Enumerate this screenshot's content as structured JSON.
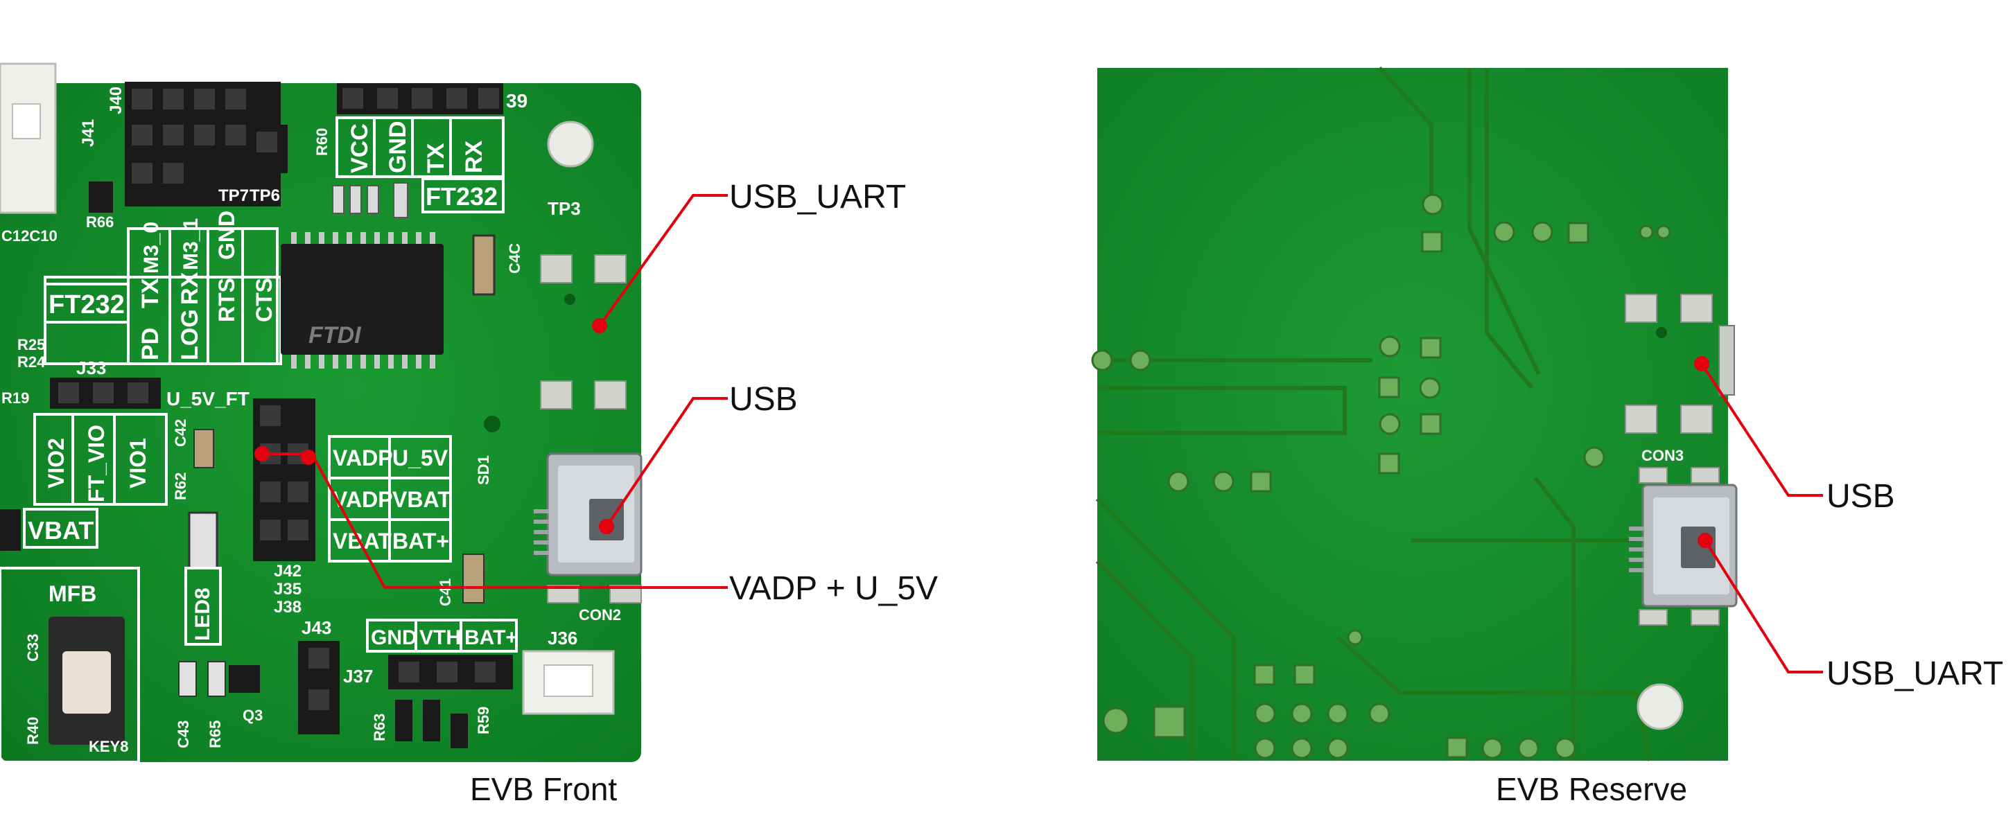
{
  "callouts_front": {
    "usb_uart": "USB_UART",
    "usb": "USB",
    "vadp_u5v": "VADP + U_5V"
  },
  "callouts_reverse": {
    "usb": "USB",
    "usb_uart": "USB_UART"
  },
  "captions": {
    "front": "EVB Front",
    "reverse": "EVB Reserve"
  },
  "silkscreen": {
    "ft232_left": "FT232",
    "ft232_top": "FT232",
    "vcc": "VCC",
    "gnd": "GND",
    "tx": "TX",
    "rx": "RX",
    "pd": "PD",
    "log": "LOG",
    "m3_0": "M3_0",
    "m3_1": "M3_1",
    "rts": "RTS",
    "cts": "CTS",
    "u_5v_ft": "U_5V_FT",
    "vadp": "VADP",
    "u_5v": "U_5V",
    "vadp2": "VADP",
    "vbat": "VBAT",
    "vbat2": "VBAT",
    "bat_plus": "BAT+",
    "vio2": "VIO2",
    "ft_vio": "FT_VIO",
    "vio1": "VIO1",
    "vbat_left": "VBAT",
    "mfb": "MFB",
    "key8": "KEY8",
    "led8": "LED8",
    "gnd2": "GND",
    "vth": "VTH",
    "bat_plus2": "BAT+",
    "tp3": "TP3",
    "tp7": "TP7",
    "tp6": "TP6",
    "con2": "CON2",
    "con3": "CON3",
    "j39": "39",
    "j40": "J40",
    "j41": "J41",
    "j33": "J33",
    "j42": "J42",
    "j35": "J35",
    "j38": "J38",
    "j43": "J43",
    "j36": "J36",
    "j37": "J37",
    "r60": "R60",
    "r66": "R66",
    "r25": "R25",
    "r24": "R24",
    "r19": "R19",
    "r62": "R62",
    "r40": "R40",
    "r65": "R65",
    "r63": "R63",
    "r59": "R59",
    "c43": "C43",
    "c42": "C42",
    "c41": "C41",
    "c33": "C33",
    "c4c": "C4C",
    "c12c10": "C12C10",
    "q3": "Q3",
    "sd1": "SD1",
    "chip": "FTDI"
  },
  "colors": {
    "pcb_green": "#138c2a",
    "leader_red": "#e3000f",
    "silkscreen": "#ffffff"
  }
}
